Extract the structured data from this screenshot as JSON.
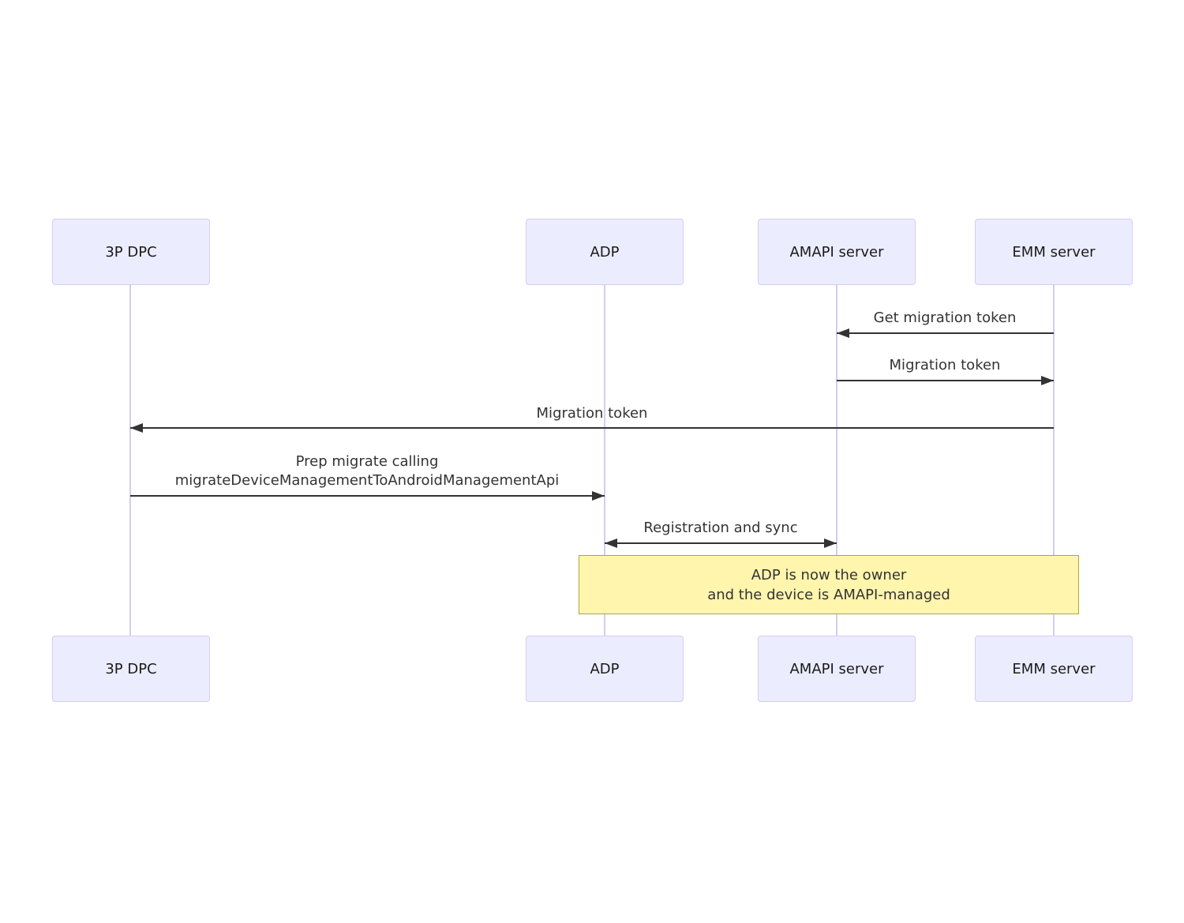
{
  "diagram_type": "sequence-diagram",
  "actors": [
    {
      "label": "3P DPC"
    },
    {
      "label": "ADP"
    },
    {
      "label": "AMAPI server"
    },
    {
      "label": "EMM server"
    }
  ],
  "messages": [
    {
      "from": "EMM server",
      "to": "AMAPI server",
      "direction": "left",
      "lines": [
        "Get migration token"
      ]
    },
    {
      "from": "AMAPI server",
      "to": "EMM server",
      "direction": "right",
      "lines": [
        "Migration token"
      ]
    },
    {
      "from": "EMM server",
      "to": "3P DPC",
      "direction": "left",
      "lines": [
        "Migration token"
      ]
    },
    {
      "from": "3P DPC",
      "to": "ADP",
      "direction": "right",
      "lines": [
        "Prep migrate calling",
        "migrateDeviceManagementToAndroidManagementApi"
      ]
    },
    {
      "from": "ADP",
      "to": "AMAPI server",
      "direction": "both",
      "lines": [
        "Registration and sync"
      ]
    }
  ],
  "note": {
    "over": [
      "ADP",
      "EMM server"
    ],
    "lines": [
      "ADP is now the owner",
      "and the device is AMAPI-managed"
    ]
  },
  "colors": {
    "actor_fill": "#ECECFF",
    "actor_border": "#D6CCF5",
    "lifeline": "#D5CCF0",
    "message_text": "#333333",
    "arrow": "#333333",
    "note_fill": "#FFF5AD",
    "note_border": "#AAAA33",
    "background": "#FFFFFF"
  }
}
